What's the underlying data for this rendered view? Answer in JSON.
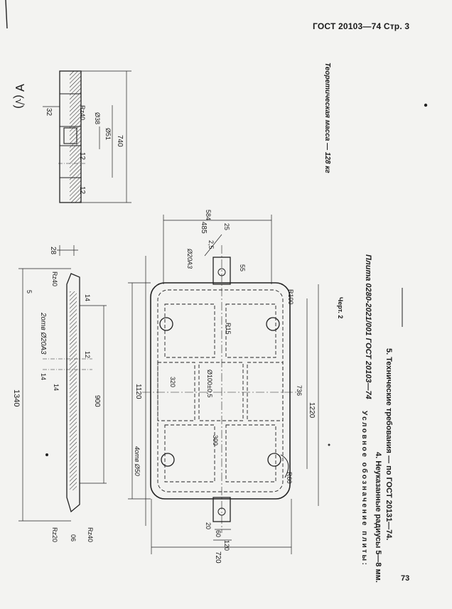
{
  "header": {
    "standard": "ГОСТ 20103—74 Стр. 3"
  },
  "page_number": "73",
  "mass_note": "Теоретическая масса — 128 кг",
  "drawing_caption": "Черт. 2",
  "symbol_title": "Условное обозначение плиты:",
  "symbol_example": "Плита 0280-2021/001 ГОСТ 20103—74",
  "notes": [
    "4. Неуказанные радиусы 5—8 мм.",
    "5. Технические требования — по ГОСТ 20131—74."
  ],
  "surface_mark": "∀ (√)",
  "dims": {
    "top_view": {
      "d32": "32",
      "rz40": "Rz40",
      "d38": "Ø38",
      "d51": "Ø51",
      "d12a": "12",
      "d12b": "12",
      "d740": "740"
    },
    "side_view": {
      "d28": "28",
      "r40": "Rz40",
      "d5": "5",
      "holes": "2отв Ø20A3",
      "d14a": "14",
      "d14b": "14",
      "d12": "12",
      "d14c": "14",
      "d1340": "1340",
      "d900": "900",
      "rz20": "Rz20",
      "d06": "06",
      "rz40b": "Rz40"
    },
    "plan_view": {
      "d485": "485",
      "d584": "584",
      "d25": "25",
      "d25b": "2,5",
      "d55": "55",
      "a3": "Ø20A3",
      "r100": "R100",
      "r15": "R15",
      "d320": "320",
      "d1120": "1120",
      "d100pm": "Ø100±0,5",
      "d300": "300",
      "d736": "736",
      "d1220": "1220",
      "holes4": "4отв Ø50",
      "r60": "R60",
      "d20": "20",
      "d60": "60",
      "d120": "120",
      "d720": "720"
    }
  }
}
